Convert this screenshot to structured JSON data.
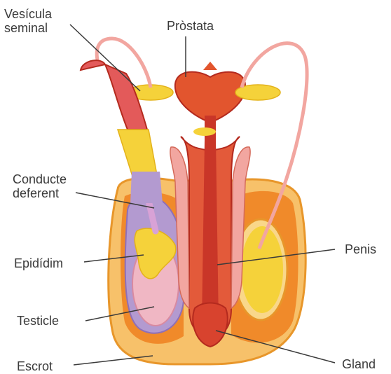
{
  "labels": {
    "vesicula": "Vesícula\nseminal",
    "prostata": "Pròstata",
    "conducte": "Conducte\ndeferent",
    "epididim": "Epidídim",
    "testicle": "Testicle",
    "escrot": "Escrot",
    "penis": "Penis",
    "gland": "Gland"
  },
  "colors": {
    "scrotum_fill": "#f7c16a",
    "scrotum_edge": "#e8962a",
    "orange_tissue": "#f08a2a",
    "red_tissue": "#d8432e",
    "dark_red": "#b42a1e",
    "pink_duct": "#f2a6a0",
    "purple_layer": "#b39ad0",
    "testis_pink": "#f0b7c4",
    "gland_yellow": "#f5d23a",
    "leader_line": "#3a3a3a"
  }
}
